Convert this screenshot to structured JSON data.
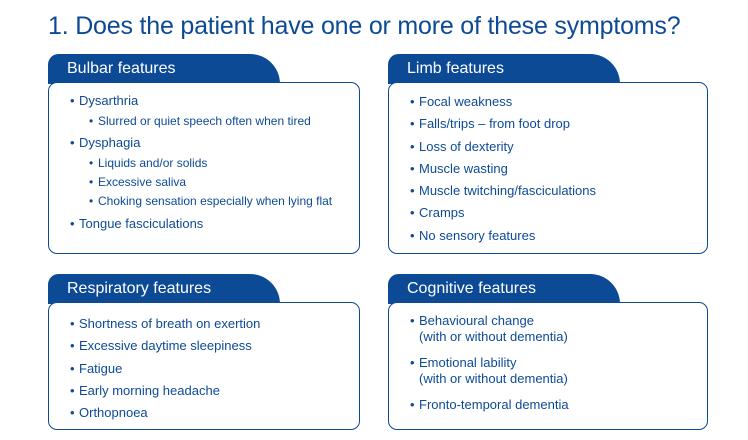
{
  "title": "1. Does the patient have one or more of these symptoms?",
  "colors": {
    "accent": "#0d4a96",
    "background": "#ffffff"
  },
  "bulbar": {
    "heading": "Bulbar features",
    "items": [
      {
        "text": "Dysarthria",
        "sub": [
          "Slurred or quiet speech often when tired"
        ]
      },
      {
        "text": "Dysphagia",
        "sub": [
          "Liquids and/or solids",
          "Excessive saliva",
          "Choking sensation especially when lying flat"
        ]
      },
      {
        "text": "Tongue fasciculations",
        "sub": []
      }
    ]
  },
  "limb": {
    "heading": "Limb features",
    "items": [
      "Focal weakness",
      "Falls/trips – from foot drop",
      "Loss of dexterity",
      "Muscle wasting",
      "Muscle twitching/fasciculations",
      "Cramps",
      "No sensory features"
    ]
  },
  "respiratory": {
    "heading": "Respiratory features",
    "items": [
      "Shortness of breath on exertion",
      "Excessive daytime sleepiness",
      "Fatigue",
      "Early morning headache",
      "Orthopnoea"
    ]
  },
  "cognitive": {
    "heading": "Cognitive features",
    "items": [
      {
        "line1": "Behavioural change",
        "line2": "(with or without dementia)"
      },
      {
        "line1": "Emotional lability",
        "line2": "(with or without dementia)"
      },
      {
        "line1": "Fronto-temporal dementia",
        "line2": ""
      }
    ]
  }
}
